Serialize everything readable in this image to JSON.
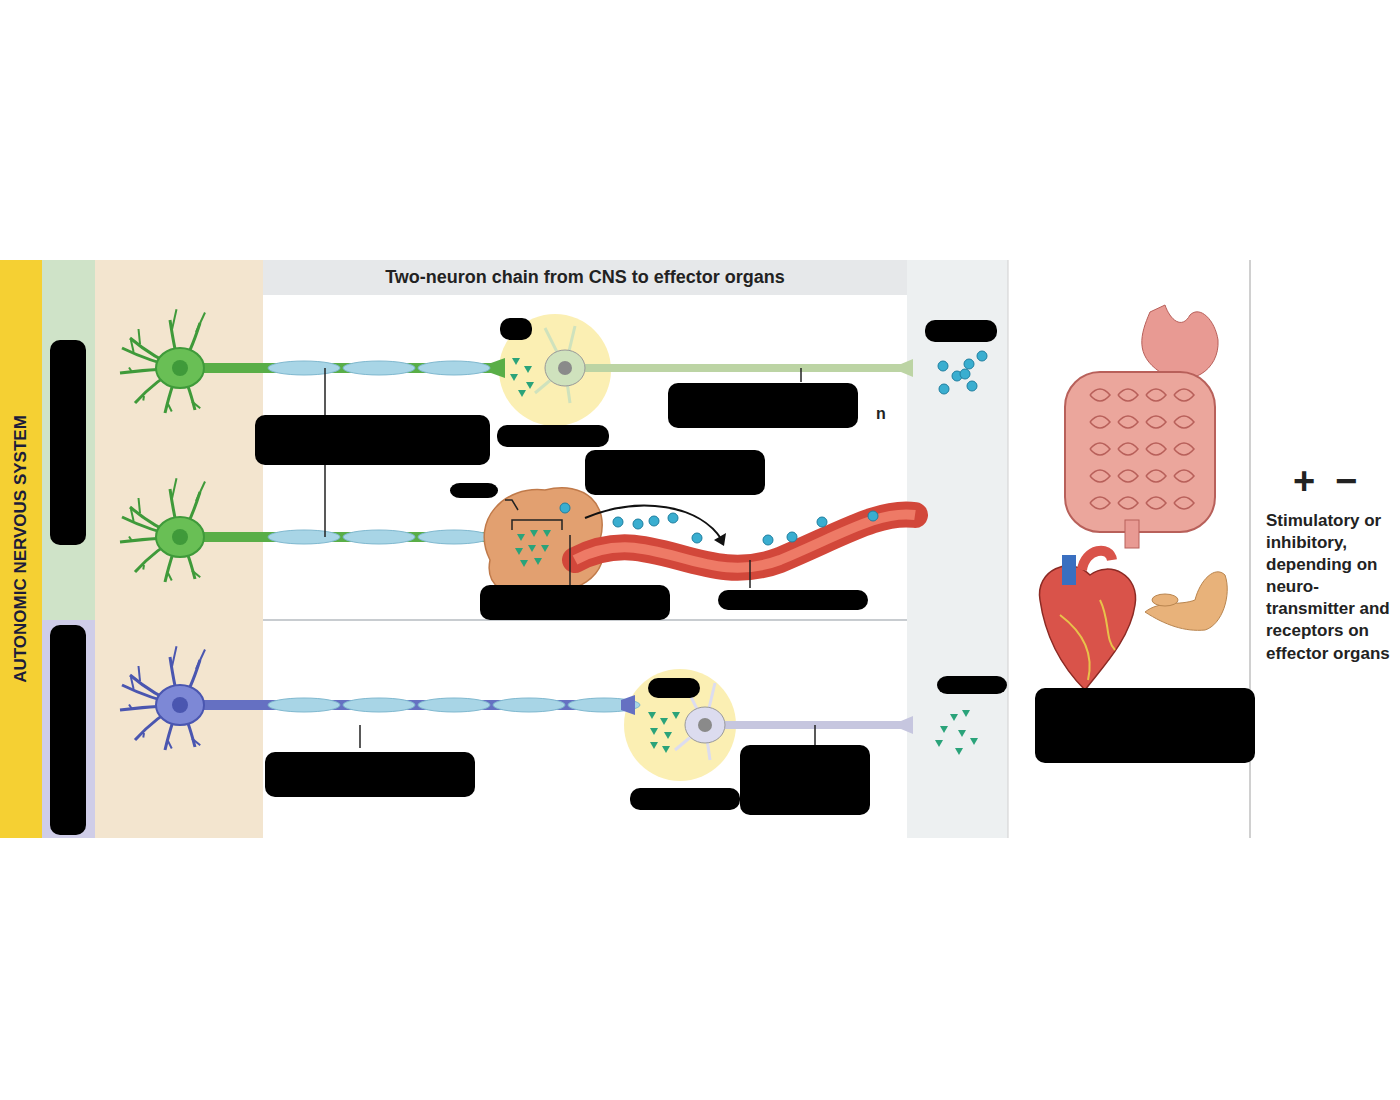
{
  "diagram": {
    "nodes": [
      {
        "text": [
          "AUTONOMIC NERVOUS SYSTEM"
        ]
      },
      {
        "text": [
          "Two-neuron chain from CNS to effector organs"
        ]
      }
    ],
    "labels": [
      "+",
      "−",
      "Stimulatory or inhibitory, depending on neuro- transmitter and receptors on effector organs",
      "n"
    ]
  }
}
